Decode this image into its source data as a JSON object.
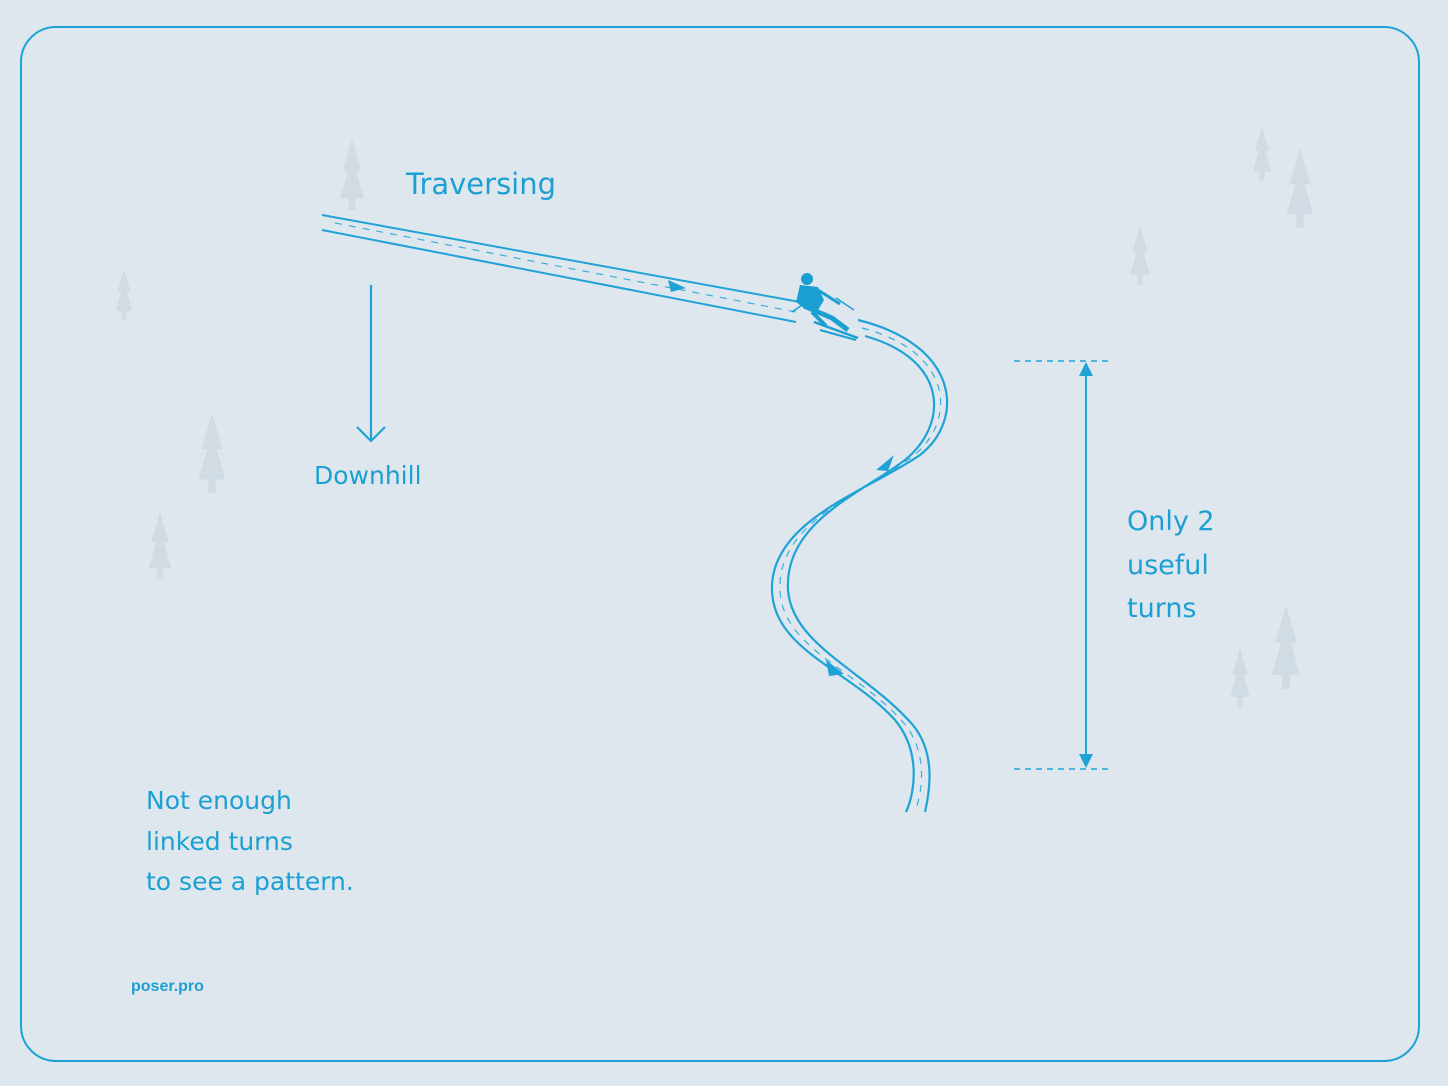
{
  "labels": {
    "traversing": "Traversing",
    "downhill": "Downhill",
    "turns_note": [
      "Only 2",
      "useful",
      "turns"
    ],
    "pattern_note": [
      "Not enough",
      "linked turns",
      "to see a pattern."
    ],
    "brand": "poser.pro"
  },
  "colors": {
    "background": "#dfe7ee",
    "accent": "#1fa3d6",
    "trees": "#cfdae3"
  },
  "icons": [
    "skier-icon",
    "tree-icon"
  ]
}
